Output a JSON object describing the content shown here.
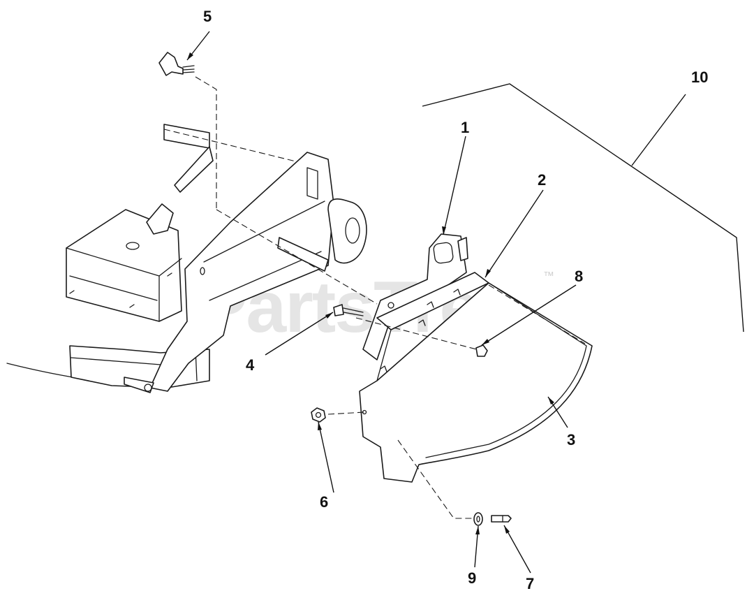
{
  "watermark": {
    "text": "PartsTree",
    "trademark": "™"
  },
  "callouts": [
    {
      "id": "1",
      "label": "1"
    },
    {
      "id": "2",
      "label": "2"
    },
    {
      "id": "3",
      "label": "3"
    },
    {
      "id": "4",
      "label": "4"
    },
    {
      "id": "5",
      "label": "5"
    },
    {
      "id": "6",
      "label": "6"
    },
    {
      "id": "7",
      "label": "7"
    },
    {
      "id": "8",
      "label": "8"
    },
    {
      "id": "9",
      "label": "9"
    },
    {
      "id": "10",
      "label": "10"
    }
  ]
}
